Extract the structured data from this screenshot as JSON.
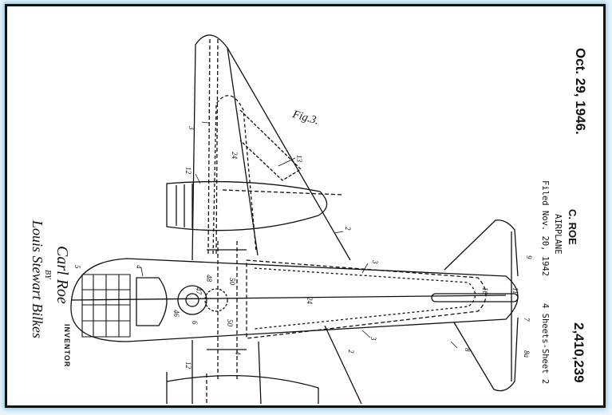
{
  "patent": {
    "date": "Oct. 29, 1946.",
    "inventor_name": "C. ROE",
    "title": "AIRPLANE",
    "filed": "Filed Nov. 20, 1942",
    "sheets": "4 Sheets-Sheet 2",
    "number": "2,410,239"
  },
  "figure": {
    "label": "Fig.3."
  },
  "signature": {
    "inventor_text": "INVENTOR",
    "inventor_sig": "Carl Roe",
    "by_text": "BY",
    "attorney_sig": "Louis Stewart Bilkes"
  },
  "reference_numerals": [
    "3",
    "24",
    "12",
    "13",
    "2",
    "5",
    "4",
    "46",
    "47",
    "48",
    "50",
    "6",
    "9",
    "10",
    "11",
    "7",
    "8",
    "8a",
    "3",
    "3",
    "24",
    "12",
    "2",
    "4",
    "50"
  ],
  "colors": {
    "ink": "#111111",
    "frame": "#111111",
    "glow": "#8fc9ea",
    "paper": "#ffffff"
  }
}
